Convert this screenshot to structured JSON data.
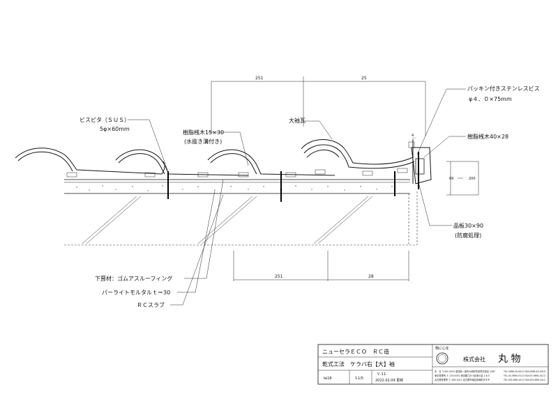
{
  "dimensions": {
    "top_left": "251",
    "top_right": "25",
    "bottom_left": "251",
    "bottom_right": "28",
    "small_offset": "4",
    "frame_left": "69",
    "frame_right": "200"
  },
  "labels": {
    "packing_screw": "パッキン付きステンレスビス",
    "packing_screw_size": "φ４．０×75mm",
    "screw": "ビスピタ（ＳＵＳ）",
    "screw_size": "5φ×60mm",
    "batten": "樹脂桟木15×30",
    "batten_note": "(水抜き溝付き)",
    "big_tile": "大袖瓦",
    "resin_batten": "樹脂桟木40×28",
    "board": "品板30×90",
    "board_note": "(防腐処理)",
    "underlay": "下葺材：ゴムアスルーフィング",
    "mortar": "パーライトモルタルｔ＝30",
    "slab": "ＲＣスラブ"
  },
  "titleblock": {
    "product": "ニューセラＥＣＯ　ＲＣ造",
    "method": "乾式工法　ケラバ右【大】袖",
    "no_label": "№18",
    "scale": "Ｓ1/5",
    "version": "Ｖ-11",
    "date": "2022.02.09 更新",
    "motto": "物に心を",
    "company": "株式会社",
    "company_name": "丸 物",
    "addr1": "本　社 〒491-0015 愛知県一宮市大和町苅安賀字道目 1567",
    "addr2": "東京営業所 〒 133-0052 東京都江戸川区東小岩 1-8-5",
    "addr3": "名古屋営業所 〒 458-0011 名古屋市緑区鳴海町字平子",
    "tel1": "TEL.0586-45-0011 FAX.0586-45-0419",
    "tel2": "TEL.03-5694-0111 FAX.03-5694-0112",
    "tel3": "TEL.052-896-1011 FAX.052-896-1012"
  }
}
